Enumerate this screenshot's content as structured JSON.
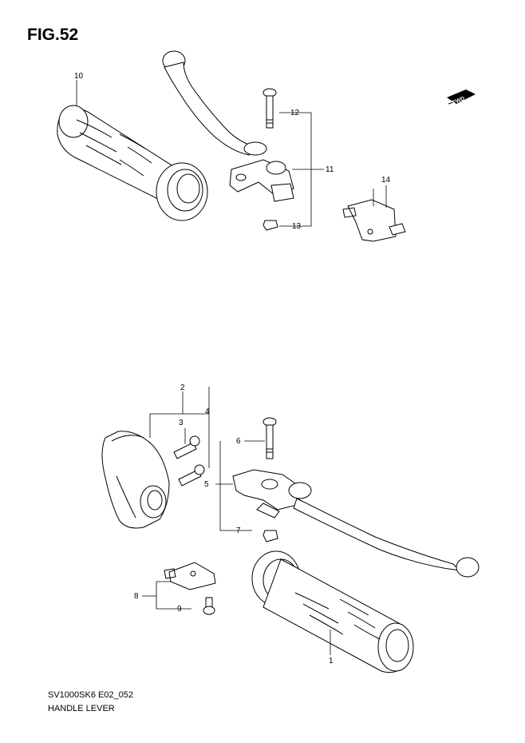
{
  "figure": {
    "title": "FIG.52",
    "code": "SV1000SK6 E02_052",
    "caption": "HANDLE LEVER",
    "fwd_badge": "FWD"
  },
  "callouts": [
    "1",
    "2",
    "3",
    "4",
    "5",
    "6",
    "7",
    "8",
    "9",
    "10",
    "11",
    "12",
    "13",
    "14"
  ]
}
